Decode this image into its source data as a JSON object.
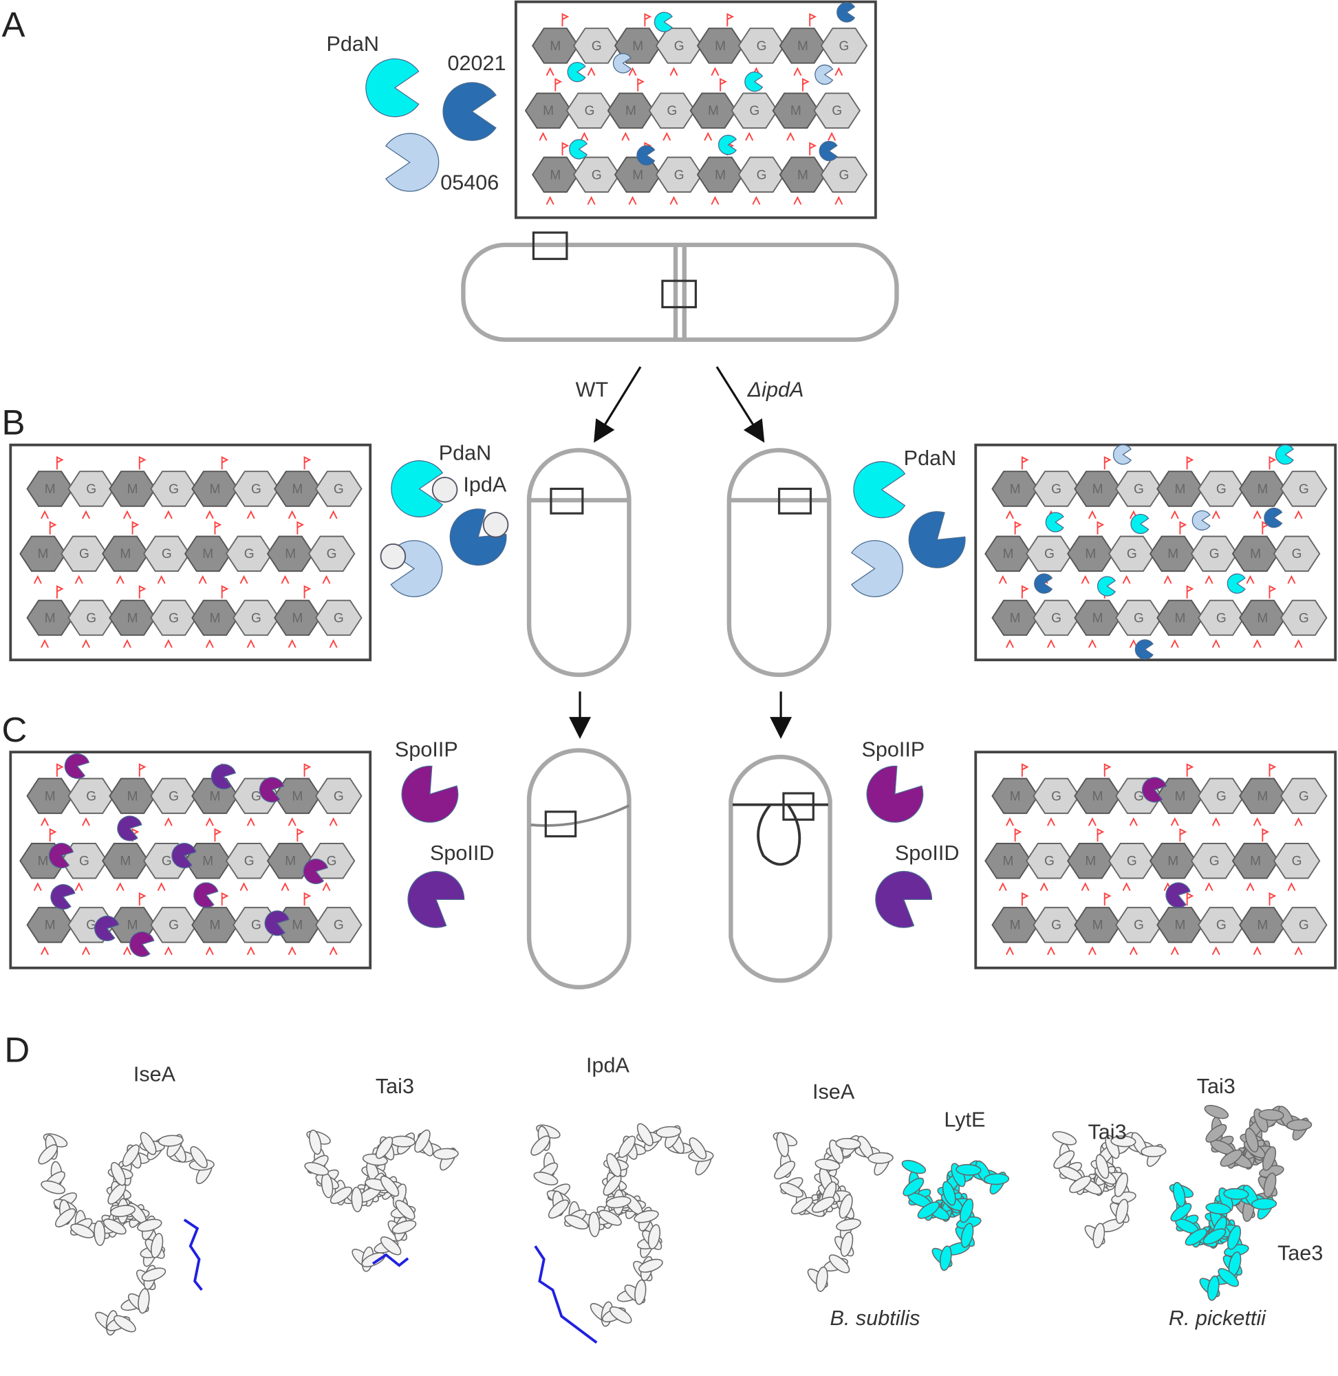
{
  "panels": {
    "a": "A",
    "b": "B",
    "c": "C",
    "d": "D"
  },
  "sugars": {
    "m": "M",
    "g": "G"
  },
  "enzymes": {
    "pdan": "PdaN",
    "e02021": "02021",
    "e05406": "05406",
    "ipda": "IpdA",
    "spoiip": "SpoIIP",
    "spoiid": "SpoIID"
  },
  "conditions": {
    "wt": "WT",
    "delta": "ΔipdA"
  },
  "structures": {
    "s1": "IseA",
    "s2": "Tai3",
    "s3": "IpdA",
    "s4a": "IseA",
    "s4b": "LytE",
    "s4sp": "B. subtilis",
    "s5a": "Tai3",
    "s5b": "Tai3",
    "s5c": "Tae3",
    "s5sp": "R. pickettii"
  },
  "colors": {
    "pdan": "#00f0f0",
    "e02021": "#2a6db0",
    "e05406": "#bcd4ee",
    "spo_p": "#8b1a8b",
    "spo_d": "#6a2a9a",
    "peptide": "#ff4040",
    "blue_res": "#2020e0"
  }
}
